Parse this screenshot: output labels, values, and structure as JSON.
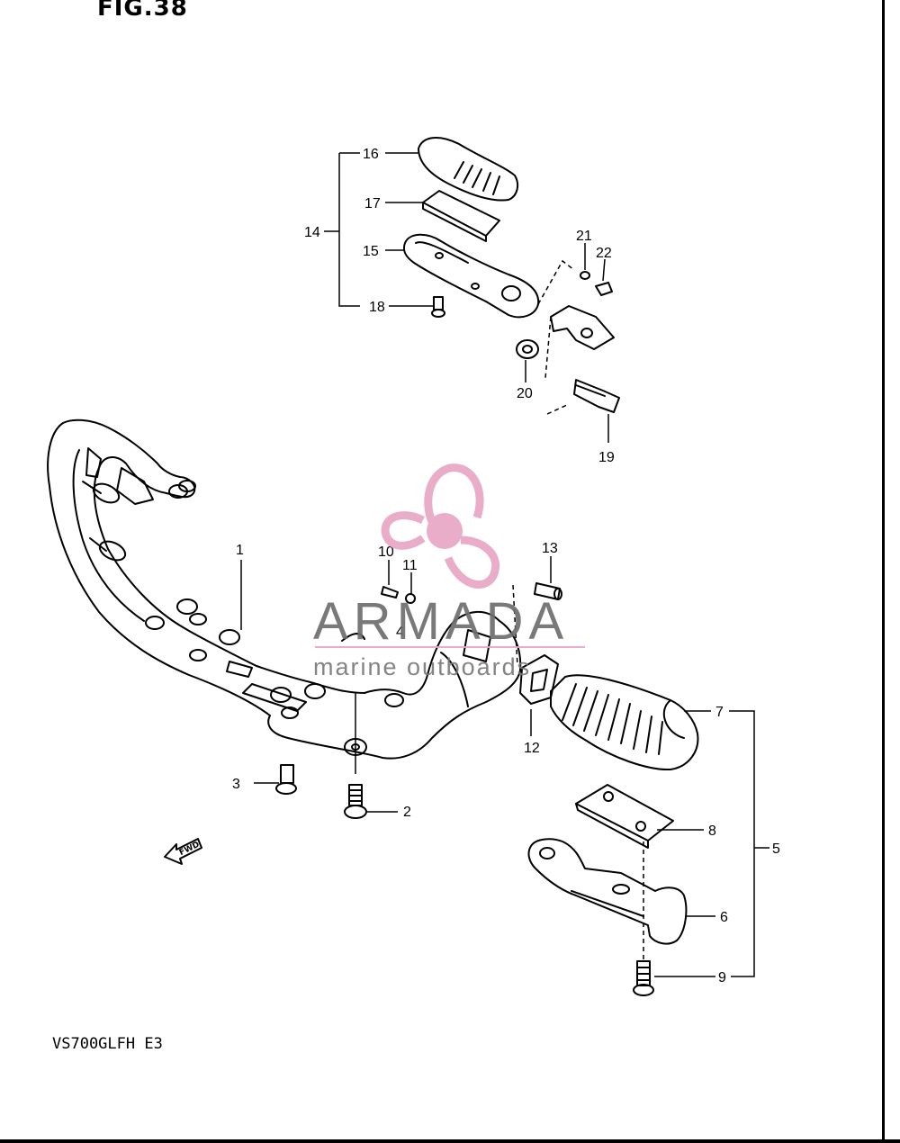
{
  "header": {
    "figure_title": "FIG.38"
  },
  "footer": {
    "model_code": "VS700GLFH E3"
  },
  "callouts": [
    "1",
    "2",
    "3",
    "4",
    "5",
    "6",
    "7",
    "8",
    "9",
    "10",
    "11",
    "12",
    "13",
    "14",
    "15",
    "16",
    "17",
    "18",
    "19",
    "20",
    "21",
    "22"
  ],
  "direction_arrow": {
    "label": "FWD",
    "icon": "fwd-arrow-icon"
  },
  "watermark": {
    "brand": "ARMADA",
    "tagline": "marine outboards",
    "logo_icon": "propeller-icon",
    "colors": {
      "propeller": "#e8a7c6",
      "text": "#6e6e6e",
      "rule": "#e8a7c6"
    }
  },
  "colors": {
    "ink": "#000000",
    "paper": "#ffffff"
  }
}
